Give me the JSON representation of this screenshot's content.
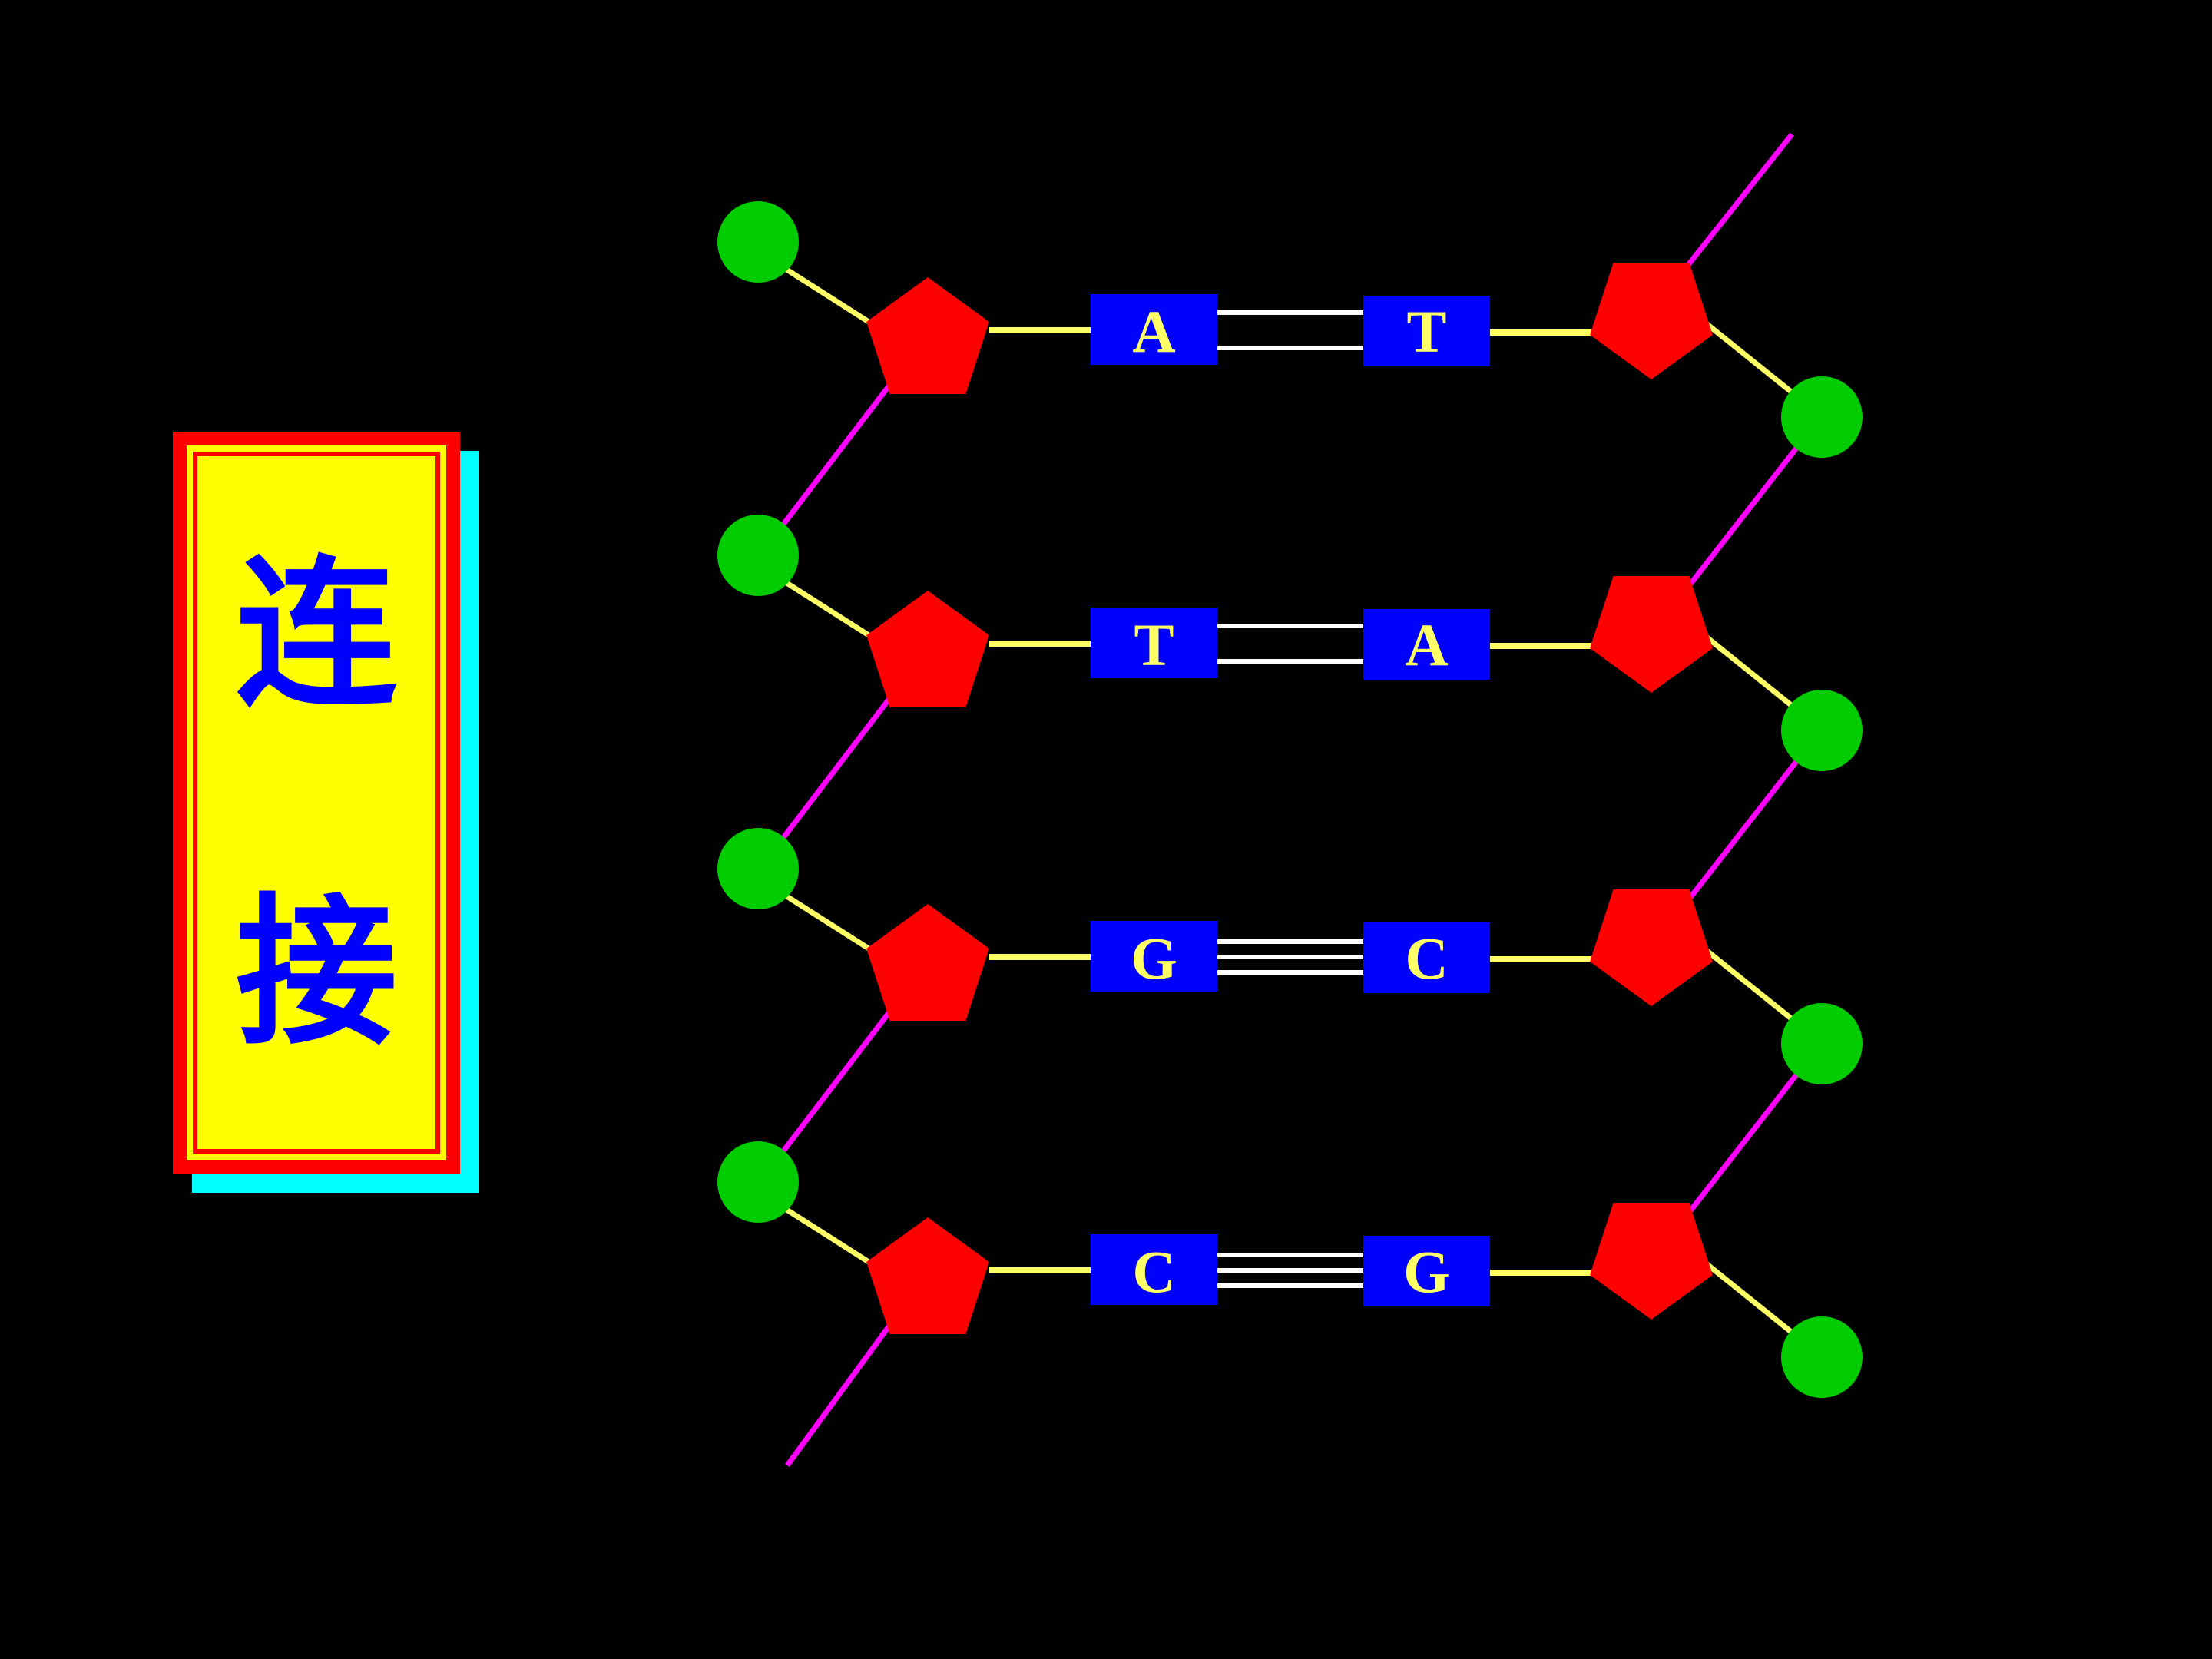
{
  "title": {
    "char_1": "连",
    "char_2": "接"
  },
  "colors": {
    "background": "#000000",
    "title_card_face": "#FFFF00",
    "title_card_border": "#FF0000",
    "title_card_shadow": "#00FFFF",
    "title_text": "#0000FF",
    "phosphate": "#00CC00",
    "deoxyribose": "#FF0000",
    "base_box": "#0000FF",
    "base_text": "#FFFF66",
    "sugar_base_bond": "#FFFF66",
    "phosphodiester_bond": "#FF00FF",
    "hydrogen_bond": "#FFFFFF"
  },
  "base_pairs": [
    {
      "left": "A",
      "right": "T",
      "hydrogen_bonds": 2
    },
    {
      "left": "T",
      "right": "A",
      "hydrogen_bonds": 2
    },
    {
      "left": "G",
      "right": "C",
      "hydrogen_bonds": 3
    },
    {
      "left": "C",
      "right": "G",
      "hydrogen_bonds": 3
    }
  ]
}
